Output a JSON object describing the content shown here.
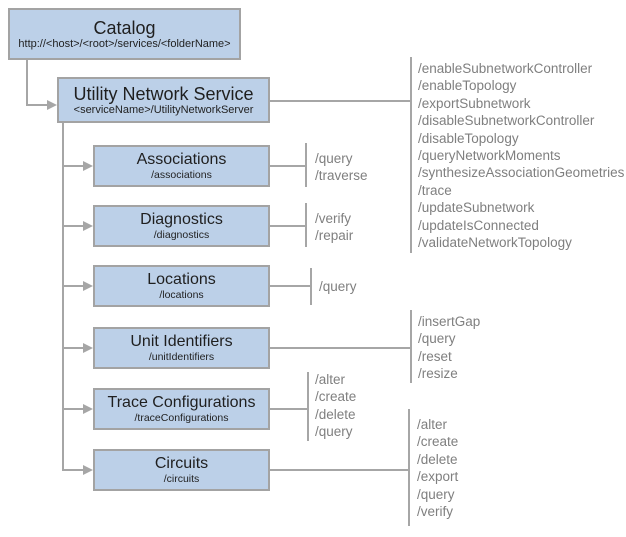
{
  "diagram": {
    "catalog": {
      "title": "Catalog",
      "subtitle": "http://<host>/<root>/services/<folderName>"
    },
    "service": {
      "title": "Utility Network Service",
      "subtitle": "<serviceName>/UtilityNetworkServer",
      "operations": [
        "/enableSubnetworkController",
        "/enableTopology",
        "/exportSubnetwork",
        "/disableSubnetworkController",
        "/disableTopology",
        "/queryNetworkMoments",
        "/synthesizeAssociationGeometries",
        "/trace",
        "/updateSubnetwork",
        "/updateIsConnected",
        "/validateNetworkTopology"
      ]
    },
    "children": [
      {
        "title": "Associations",
        "subtitle": "/associations",
        "operations": [
          "/query",
          "/traverse"
        ]
      },
      {
        "title": "Diagnostics",
        "subtitle": "/diagnostics",
        "operations": [
          "/verify",
          "/repair"
        ]
      },
      {
        "title": "Locations",
        "subtitle": "/locations",
        "operations": [
          "/query"
        ]
      },
      {
        "title": "Unit Identifiers",
        "subtitle": "/unitIdentifiers",
        "operations": [
          "/insertGap",
          "/query",
          "/reset",
          "/resize"
        ]
      },
      {
        "title": "Trace Configurations",
        "subtitle": "/traceConfigurations",
        "operations": [
          "/alter",
          "/create",
          "/delete",
          "/query"
        ]
      },
      {
        "title": "Circuits",
        "subtitle": "/circuits",
        "operations": [
          "/alter",
          "/create",
          "/delete",
          "/export",
          "/query",
          "/verify"
        ]
      }
    ]
  },
  "colors": {
    "box_fill": "#bcd0e8",
    "box_border": "#a3a3a3",
    "line": "#a6a6a6",
    "ops_text": "#7f7f7f",
    "title_text": "#1f1f1f"
  }
}
